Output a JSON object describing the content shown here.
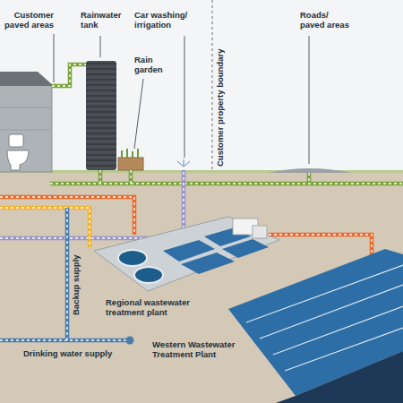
{
  "diagram": {
    "labels": [
      "Customer paved areas",
      "Rainwater tank",
      "Rain garden",
      "Car washing/ irrigation",
      "Customer property boundary",
      "Roads/ paved areas",
      "Backup supply",
      "Regional wastewater treatment plant",
      "Western Wastewater Treatment Plant",
      "Drinking water supply"
    ]
  }
}
